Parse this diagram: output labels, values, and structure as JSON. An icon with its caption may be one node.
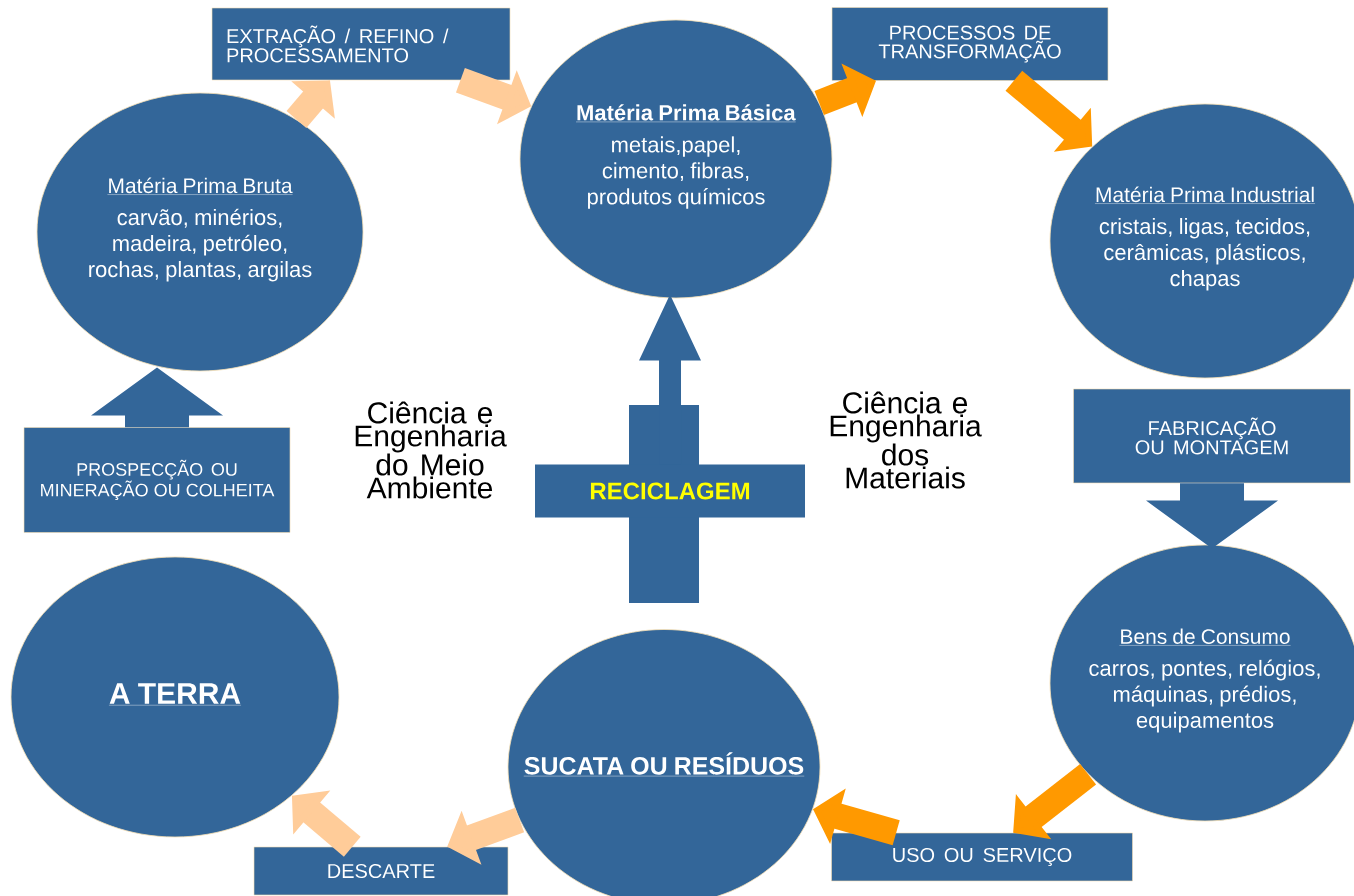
{
  "diagram": {
    "nodes": [
      {
        "text": [
          "Matéria Prima Bruta",
          "carvão, minérios, madeira, petróleo, rochas, plantas, argilas"
        ]
      },
      {
        "text": [
          "EXTRAÇÃO  / REFINO / PROCESSAMENTO"
        ]
      },
      {
        "text": [
          "Matéria Prima Básica",
          "metais,papel, cimento, fibras, produtos químicos"
        ]
      },
      {
        "text": [
          "PROCESSOS DE TRANSFORMAÇÃO"
        ]
      },
      {
        "text": [
          "Matéria Prima Industrial",
          "cristais, ligas, tecidos, cerâmicas, plásticos, chapas"
        ]
      },
      {
        "text": [
          "FABRICAÇÃO OU MONTAGEM"
        ]
      },
      {
        "text": [
          "Bens de Consumo",
          "carros, pontes, relógios, máquinas, prédios, equipamentos"
        ]
      },
      {
        "text": [
          "USO OU SERVIÇO"
        ]
      },
      {
        "text": [
          "SUCATA OU RESÍDUOS"
        ]
      },
      {
        "text": [
          "DESCARTE"
        ]
      },
      {
        "text": [
          "A TERRA"
        ]
      },
      {
        "text": [
          "PROSPECÇÃO OU MINERAÇÃO OU COLHEITA"
        ]
      },
      {
        "text": [
          "RECICLAGEM"
        ]
      }
    ],
    "edges": [
      {
        "from": 0,
        "to": 1,
        "arrow": "to",
        "color": "#ffcc99"
      },
      {
        "from": 1,
        "to": 2,
        "arrow": "to",
        "color": "#ffcc99"
      },
      {
        "from": 2,
        "to": 3,
        "arrow": "to",
        "color": "#ff9900"
      },
      {
        "from": 3,
        "to": 4,
        "arrow": "to",
        "color": "#ff9900"
      },
      {
        "from": 5,
        "to": 6,
        "arrow": "to",
        "style": "thick",
        "color": "#336699"
      },
      {
        "from": 6,
        "to": 7,
        "arrow": "to",
        "color": "#ff9900"
      },
      {
        "from": 7,
        "to": 8,
        "arrow": "to",
        "color": "#ff9900"
      },
      {
        "from": 8,
        "to": 9,
        "arrow": "to",
        "color": "#ffcc99"
      },
      {
        "from": 9,
        "to": 10,
        "arrow": "to",
        "color": "#ffcc99"
      },
      {
        "from": 11,
        "to": 0,
        "arrow": "to",
        "style": "thick",
        "color": "#336699"
      },
      {
        "from": 12,
        "to": 2,
        "arrow": "to",
        "style": "thick",
        "color": "#336699"
      }
    ],
    "labels": [
      "Ciência e Engenharia do Meio Ambiente",
      "Ciência e Engenharia dos Materiais"
    ]
  }
}
